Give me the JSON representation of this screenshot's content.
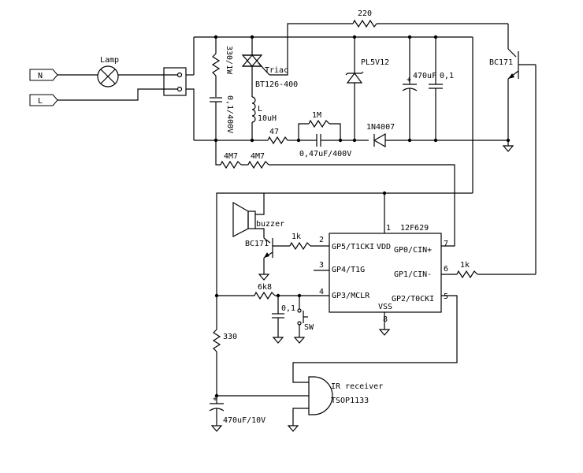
{
  "labels": {
    "n_terminal": "N",
    "l_terminal": "L",
    "lamp": "Lamp",
    "r_330_1w": "330/1W",
    "c_0_1_400v": "0,1/400V",
    "triac_name": "Triac",
    "triac_part": "BT126-400",
    "inductor_name": "L",
    "inductor_value": "10uH",
    "r_220": "220",
    "zener": "PL5V12",
    "c_470uf": "470uF",
    "c_0_1_a": "0,1",
    "transistor_top": "BC171",
    "r_1m": "1M",
    "r_47": "47",
    "c_047": "0,47uF/400V",
    "diode": "1N4007",
    "r_4m7_a": "4M7",
    "r_4m7_b": "4M7",
    "buzzer": "buzzer",
    "transistor_buzzer": "BC171",
    "r_1k_a": "1k",
    "r_1k_b": "1k",
    "r_6k8": "6k8",
    "c_0_1_b": "0,1",
    "switch": "SW",
    "r_330": "330",
    "c_470uf_10v": "470uF/10V",
    "ir_title": "IR receiver",
    "ir_part": "TSOP1133",
    "chip": "12F629",
    "pin_vdd": "VDD",
    "pin_gp5": "GP5/T1CKI",
    "pin_gp4": "GP4/T1G",
    "pin_gp3": "GP3/MCLR",
    "pin_gp0": "GP0/CIN+",
    "pin_gp1": "GP1/CIN-",
    "pin_gp2": "GP2/T0CKI",
    "pin_vss": "VSS",
    "pin1": "1",
    "pin2": "2",
    "pin3": "3",
    "pin4": "4",
    "pin5": "5",
    "pin6": "6",
    "pin7": "7",
    "pin8": "8"
  }
}
